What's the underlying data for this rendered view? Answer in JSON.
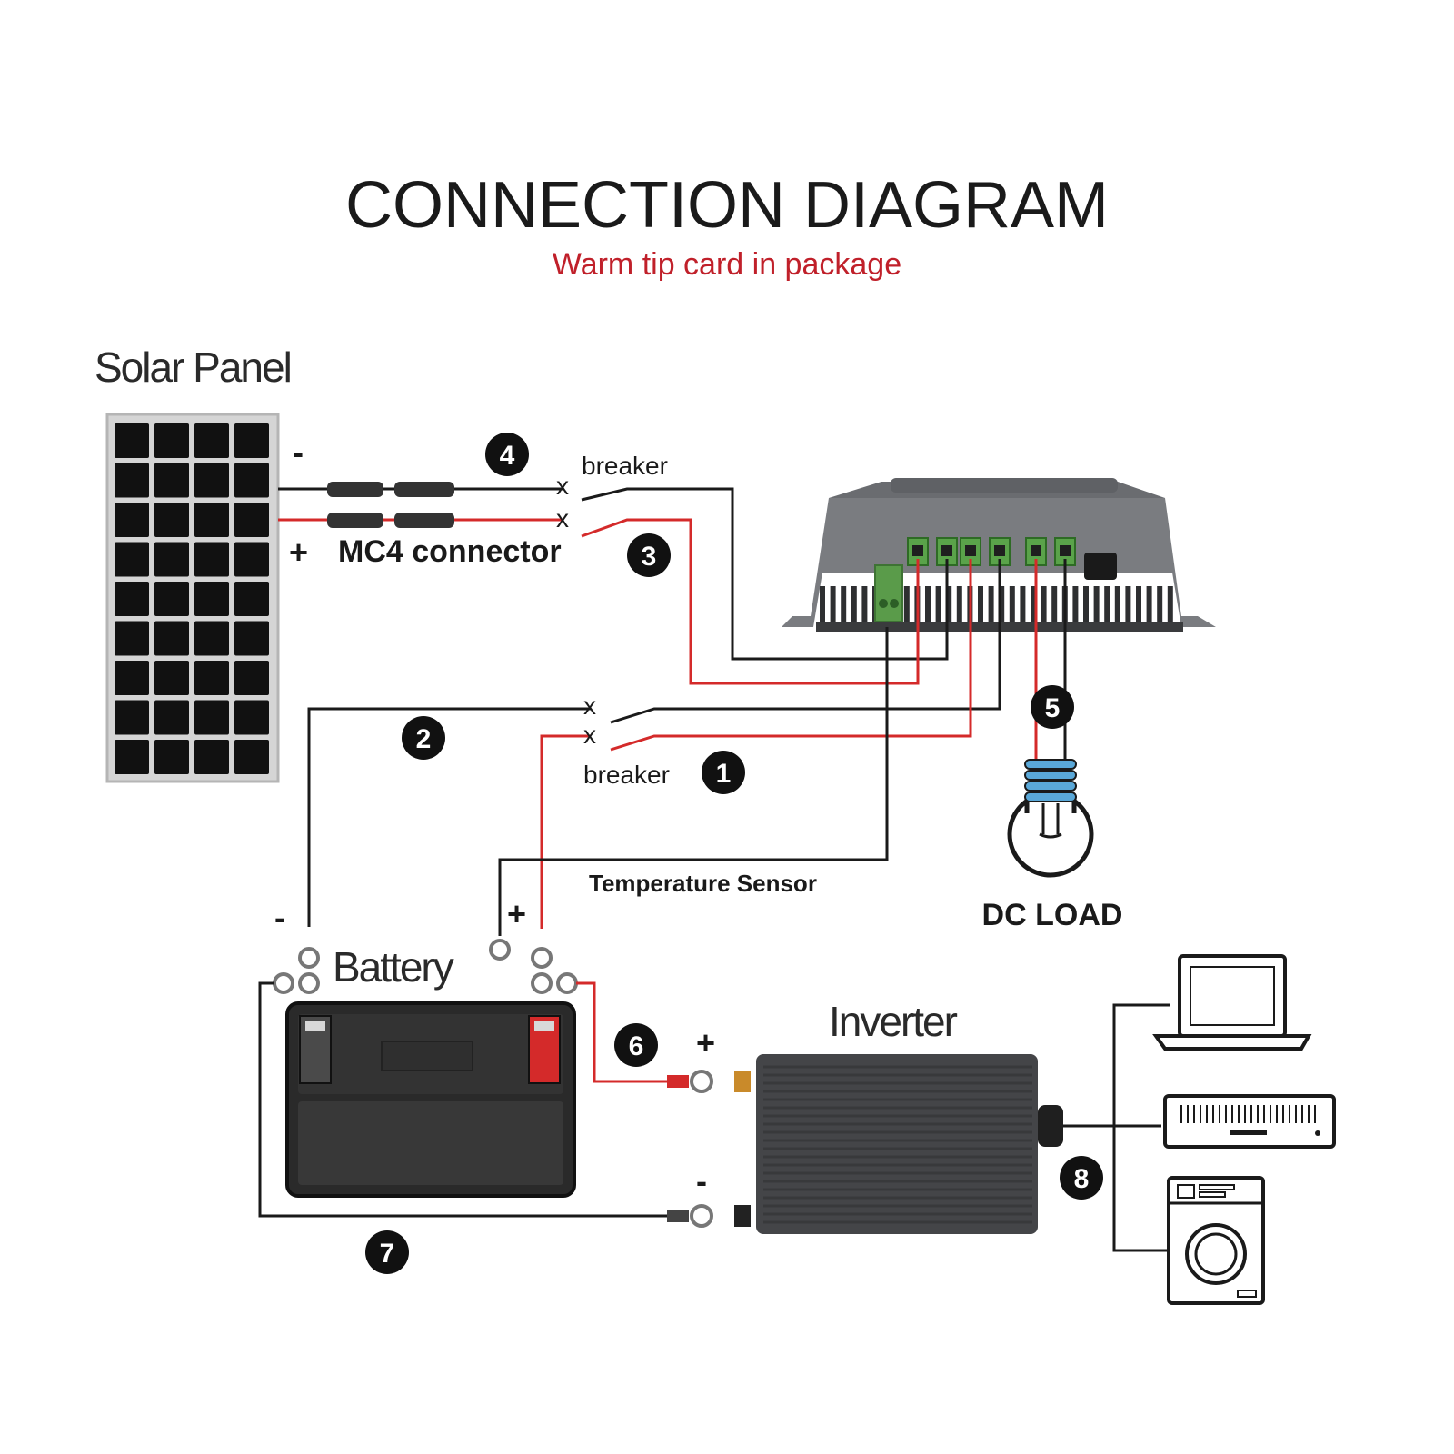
{
  "header": {
    "title": "CONNECTION DIAGRAM",
    "subtitle": "Warm tip card in package"
  },
  "labels": {
    "solar_panel": "Solar Panel",
    "mc4_connector": "MC4 connector",
    "breaker_top": "breaker",
    "breaker_bottom": "breaker",
    "temperature_sensor": "Temperature Sensor",
    "dc_load": "DC  LOAD",
    "battery": "Battery",
    "inverter": "Inverter"
  },
  "signs": {
    "panel_minus": "-",
    "panel_plus": "+",
    "battery_minus": "-",
    "battery_plus": "+",
    "inverter_plus": "+",
    "inverter_minus": "-"
  },
  "breaker_marks": [
    "x",
    "x",
    "x",
    "x"
  ],
  "badges": [
    "1",
    "2",
    "3",
    "4",
    "5",
    "6",
    "7",
    "8"
  ],
  "colors": {
    "title": "#1a1a1a",
    "subtitle": "#c0202a",
    "wire_negative": "#1a1a1a",
    "wire_positive": "#d42a2a",
    "badge": "#111111"
  },
  "icons": {
    "solar_panel": "solar-panel-icon",
    "controller": "charge-controller-icon",
    "battery": "battery-icon",
    "inverter": "inverter-icon",
    "bulb": "light-bulb-icon",
    "laptop": "laptop-icon",
    "air_conditioner": "air-conditioner-icon",
    "washing_machine": "washing-machine-icon"
  }
}
